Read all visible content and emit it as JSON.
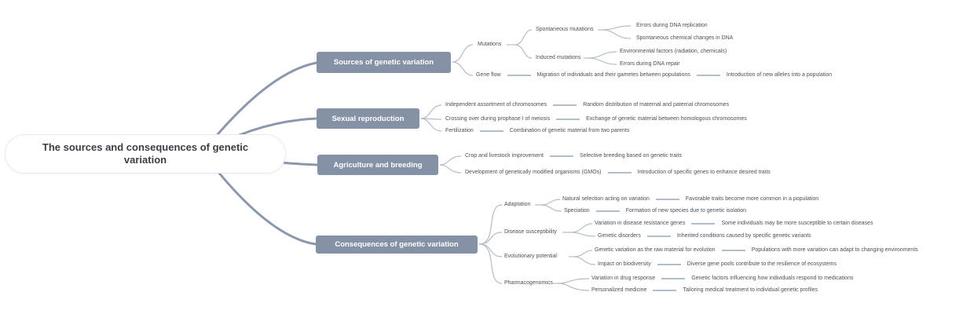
{
  "diagram_type": "mindmap",
  "colors": {
    "branch_box_bg": "#8592a6",
    "branch_box_text": "#ffffff",
    "main_link": "#8b98ac",
    "sub_link": "#b4bdca",
    "node_text": "#4b5158",
    "root_bg": "#ffffff",
    "root_border": "#e9ebee",
    "root_text": "#3a3e44"
  },
  "root": {
    "label": "The sources and consequences of genetic variation"
  },
  "branches": [
    {
      "label": "Sources of genetic variation",
      "children": [
        {
          "label": "Mutations",
          "children": [
            {
              "label": "Spontaneous mutations",
              "children": [
                {
                  "label": "Errors during DNA replication"
                },
                {
                  "label": "Spontaneous chemical changes in DNA"
                }
              ]
            },
            {
              "label": "Induced mutations",
              "children": [
                {
                  "label": "Environmental factors (radiation, chemicals)"
                },
                {
                  "label": "Errors during DNA repair"
                }
              ]
            }
          ]
        },
        {
          "label": "Gene flow",
          "children": [
            {
              "label": "Migration of individuals and their gametes between populations",
              "children": [
                {
                  "label": "Introduction of new alleles into a population"
                }
              ]
            }
          ]
        }
      ]
    },
    {
      "label": "Sexual reproduction",
      "children": [
        {
          "label": "Independent assortment of chromosomes",
          "children": [
            {
              "label": "Random distribution of maternal and paternal chromosomes"
            }
          ]
        },
        {
          "label": "Crossing over during prophase I of meiosis",
          "children": [
            {
              "label": "Exchange of genetic material between homologous chromosomes"
            }
          ]
        },
        {
          "label": "Fertilization",
          "children": [
            {
              "label": "Combination of genetic material from two parents"
            }
          ]
        }
      ]
    },
    {
      "label": "Agriculture and breeding",
      "children": [
        {
          "label": "Crop and livestock improvement",
          "children": [
            {
              "label": "Selective breeding based on genetic traits"
            }
          ]
        },
        {
          "label": "Development of genetically modified organisms (GMOs)",
          "children": [
            {
              "label": "Introduction of specific genes to enhance desired traits"
            }
          ]
        }
      ]
    },
    {
      "label": "Consequences of genetic variation",
      "children": [
        {
          "label": "Adaptation",
          "children": [
            {
              "label": "Natural selection acting on variation",
              "children": [
                {
                  "label": "Favorable traits become more common in a population"
                }
              ]
            },
            {
              "label": "Speciation",
              "children": [
                {
                  "label": "Formation of new species due to genetic isolation"
                }
              ]
            }
          ]
        },
        {
          "label": "Disease susceptibility",
          "children": [
            {
              "label": "Variation in disease resistance genes",
              "children": [
                {
                  "label": "Some individuals may be more susceptible to certain diseases"
                }
              ]
            },
            {
              "label": "Genetic disorders",
              "children": [
                {
                  "label": "Inherited conditions caused by specific genetic variants"
                }
              ]
            }
          ]
        },
        {
          "label": "Evolutionary potential",
          "children": [
            {
              "label": "Genetic variation as the raw material for evolution",
              "children": [
                {
                  "label": "Populations with more variation can adapt to changing environments"
                }
              ]
            },
            {
              "label": "Impact on biodiversity",
              "children": [
                {
                  "label": "Diverse gene pools contribute to the resilience of ecosystems"
                }
              ]
            }
          ]
        },
        {
          "label": "Pharmacogenomics",
          "children": [
            {
              "label": "Variation in drug response",
              "children": [
                {
                  "label": "Genetic factors influencing how individuals respond to medications"
                }
              ]
            },
            {
              "label": "Personalized medicine",
              "children": [
                {
                  "label": "Tailoring medical treatment to individual genetic profiles"
                }
              ]
            }
          ]
        }
      ]
    }
  ]
}
